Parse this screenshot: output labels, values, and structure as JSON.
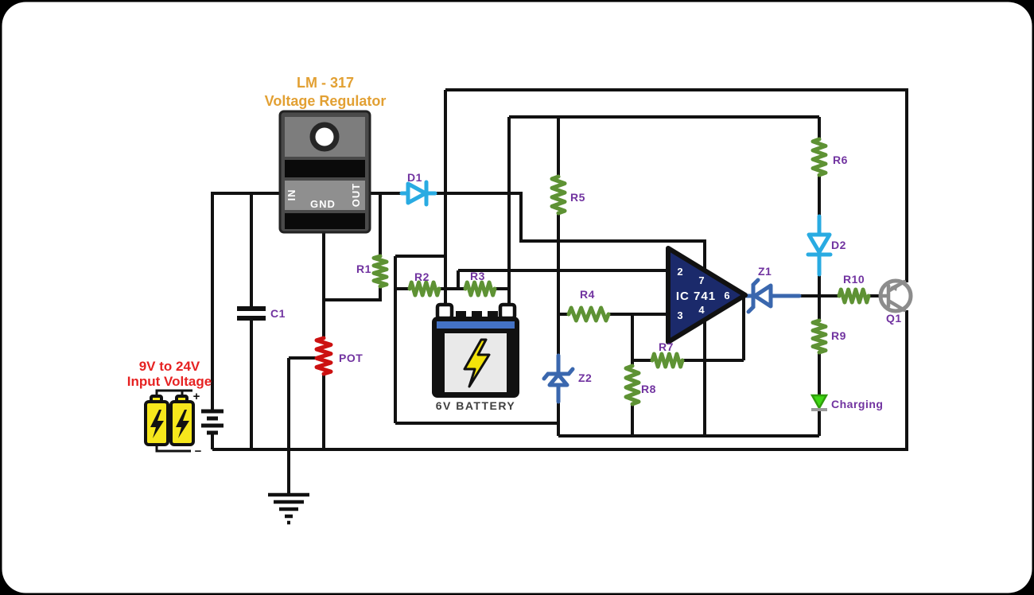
{
  "title": {
    "line1": "LM - 317",
    "line2": "Voltage Regulator"
  },
  "regulator": {
    "pin_in": "IN",
    "pin_gnd": "GND",
    "pin_out": "OUT"
  },
  "input_source": {
    "line1": "9V to 24V",
    "line2": "Input Voltage",
    "plus": "+",
    "minus": "−"
  },
  "opamp": {
    "name": "IC 741",
    "pin_inverting_input": "2",
    "pin_vplus": "7",
    "pin_noninverting_input": "3",
    "pin_vminus": "4",
    "pin_output": "6"
  },
  "labels": {
    "d1": "D1",
    "d2": "D2",
    "z1": "Z1",
    "z2": "Z2",
    "c1": "C1",
    "pot": "POT",
    "q1": "Q1",
    "r1": "R1",
    "r2": "R2",
    "r3": "R3",
    "r4": "R4",
    "r5": "R5",
    "r6": "R6",
    "r7": "R7",
    "r8": "R8",
    "r9": "R9",
    "r10": "R10",
    "charging": "Charging",
    "battery": "6V BATTERY"
  },
  "colors": {
    "wire": "#111111",
    "resistor": "#5E9234",
    "pot": "#CC1111",
    "diode": "#29ABE2",
    "zener": "#3A67AE",
    "label": "#7133A0",
    "title": "#E2A033",
    "input-text": "#E62222",
    "opamp": "#1B2A6B",
    "opamp-text": "#FFFFFF",
    "transistor": "#8C8C8C",
    "led": "#3FD714",
    "battery-yellow": "#F6E71C",
    "battery-stripe": "#4472C4",
    "battery-panel": "#E9E9E9",
    "battery-text": "#3F3F3F",
    "regulator-body": "#4A4A4A",
    "regulator-tab": "#7D7D7D",
    "regulator-pinrow": "#8F8F8F"
  }
}
